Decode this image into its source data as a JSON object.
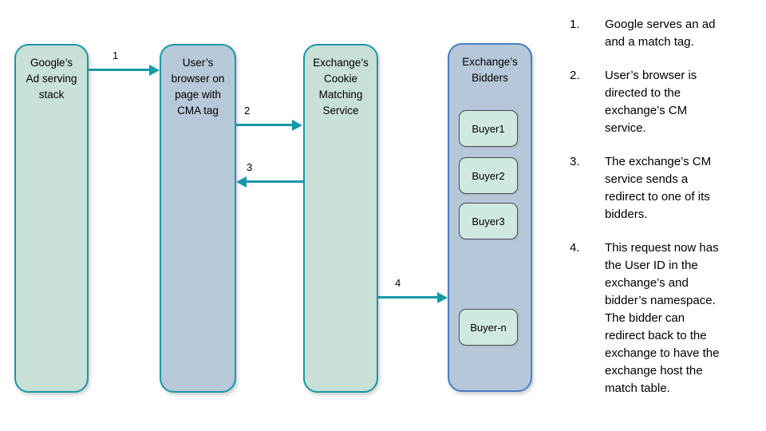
{
  "diagram": {
    "nodes": {
      "google": {
        "label": "Google’s\nAd serving\nstack"
      },
      "browser": {
        "label": "User’s\nbrowser on\npage with\nCMA tag"
      },
      "cm": {
        "label": "Exchange’s\nCookie\nMatching\nService"
      },
      "bidders": {
        "label": "Exchange’s\nBidders"
      }
    },
    "buyers": [
      "Buyer1",
      "Buyer2",
      "Buyer3",
      "Buyer-n"
    ],
    "arrows": [
      {
        "label": "1",
        "from": "google",
        "to": "browser",
        "direction": "right"
      },
      {
        "label": "2",
        "from": "browser",
        "to": "cm",
        "direction": "right"
      },
      {
        "label": "3",
        "from": "cm",
        "to": "browser",
        "direction": "left"
      },
      {
        "label": "4",
        "from": "cm",
        "to": "bidders",
        "direction": "right"
      }
    ]
  },
  "steps": [
    {
      "num": "1.",
      "text": "Google serves an ad\nand a match tag."
    },
    {
      "num": "2.",
      "text": "User’s browser is\ndirected to the\nexchange’s CM\nservice."
    },
    {
      "num": "3.",
      "text": "The exchange’s CM\nservice sends a\nredirect to one of its\nbidders."
    },
    {
      "num": "4.",
      "text": "This request now has\nthe User ID in the\nexchange’s and\nbidder’s namespace.\nThe bidder can\nredirect back to the\nexchange to have the\nexchange host the\nmatch table."
    }
  ],
  "colors": {
    "node_green_fill": "#c8e0d6",
    "node_bluegray_fill": "#b7c8d8",
    "teal_border_and_arrows": "#1898a8",
    "bidders_border_blue": "#4a7dbf",
    "buyer_fill": "#cfe9e2",
    "buyer_border": "#4c4c4c",
    "text": "#000000",
    "background": "#ffffff"
  }
}
